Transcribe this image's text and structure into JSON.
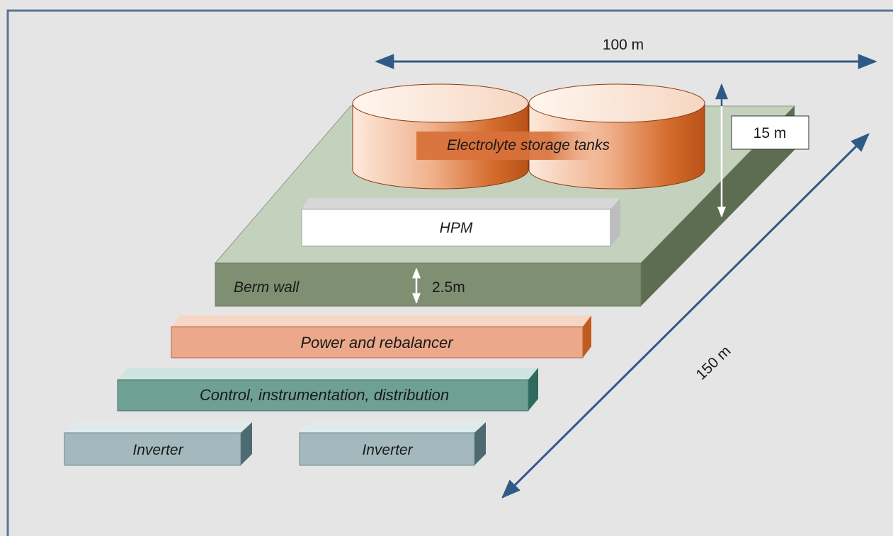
{
  "labels": {
    "width": "100 m",
    "height": "15 m",
    "depth": "150 m",
    "berm_height": "2.5m",
    "berm_wall": "Berm wall",
    "tanks": "Electrolyte storage tanks",
    "hpm": "HPM",
    "power": "Power and rebalancer",
    "control": "Control, instrumentation, distribution",
    "inverter_left": "Inverter",
    "inverter_right": "Inverter"
  },
  "colors": {
    "background": "#e5e5e5",
    "frame": "#5a7390",
    "arrow": "#2f5a88",
    "platform_top": "#c4d1bd",
    "platform_front": "#7f8f72",
    "platform_side": "#5a6a50",
    "tank_light": "#fbe6d8",
    "tank_dark": "#c35a1e",
    "hpm": "#ffffff",
    "power": "#eba88a",
    "control": "#6fa094",
    "inverter": "#a3b9bd"
  }
}
